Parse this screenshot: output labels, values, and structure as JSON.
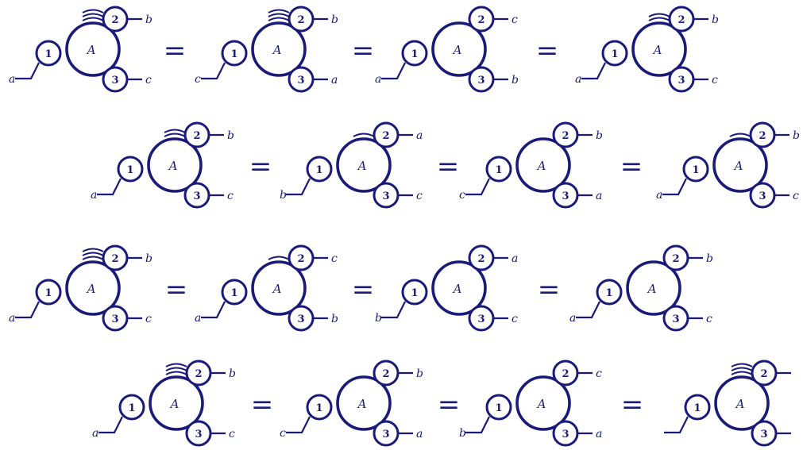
{
  "ink": "#1a1a7a",
  "center_label": "A",
  "leg_labels": [
    "1",
    "2",
    "3"
  ],
  "equals": "=",
  "rows": [
    {
      "diagrams": [
        {
          "arcs": 3,
          "ends": [
            "a",
            "b",
            "c"
          ]
        },
        {
          "arcs": 3,
          "ends": [
            "c",
            "b",
            "a"
          ]
        },
        {
          "arcs": 0,
          "ends": [
            "a",
            "c",
            "b"
          ]
        },
        {
          "arcs": 2,
          "ends": [
            "a",
            "b",
            "c"
          ]
        }
      ]
    },
    {
      "diagrams": [
        {
          "arcs": 2,
          "ends": [
            "a",
            "b",
            "c"
          ]
        },
        {
          "arcs": 1,
          "ends": [
            "b",
            "a",
            "c"
          ]
        },
        {
          "arcs": 0,
          "ends": [
            "c",
            "b",
            "a"
          ]
        },
        {
          "arcs": 1,
          "ends": [
            "a",
            "b",
            "c"
          ]
        }
      ]
    },
    {
      "diagrams": [
        {
          "arcs": 3,
          "ends": [
            "a",
            "b",
            "c"
          ]
        },
        {
          "arcs": 1,
          "ends": [
            "a",
            "c",
            "b"
          ]
        },
        {
          "arcs": 0,
          "ends": [
            "b",
            "a",
            "c"
          ]
        },
        {
          "arcs": 0,
          "ends": [
            "a",
            "b",
            "c"
          ]
        }
      ]
    },
    {
      "diagrams": [
        {
          "arcs": 3,
          "ends": [
            "a",
            "b",
            "c"
          ]
        },
        {
          "arcs": 0,
          "ends": [
            "c",
            "b",
            "a"
          ]
        },
        {
          "arcs": 0,
          "ends": [
            "b",
            "c",
            "a"
          ]
        },
        {
          "arcs": 3,
          "ends": [
            "",
            "",
            ""
          ]
        }
      ]
    }
  ]
}
